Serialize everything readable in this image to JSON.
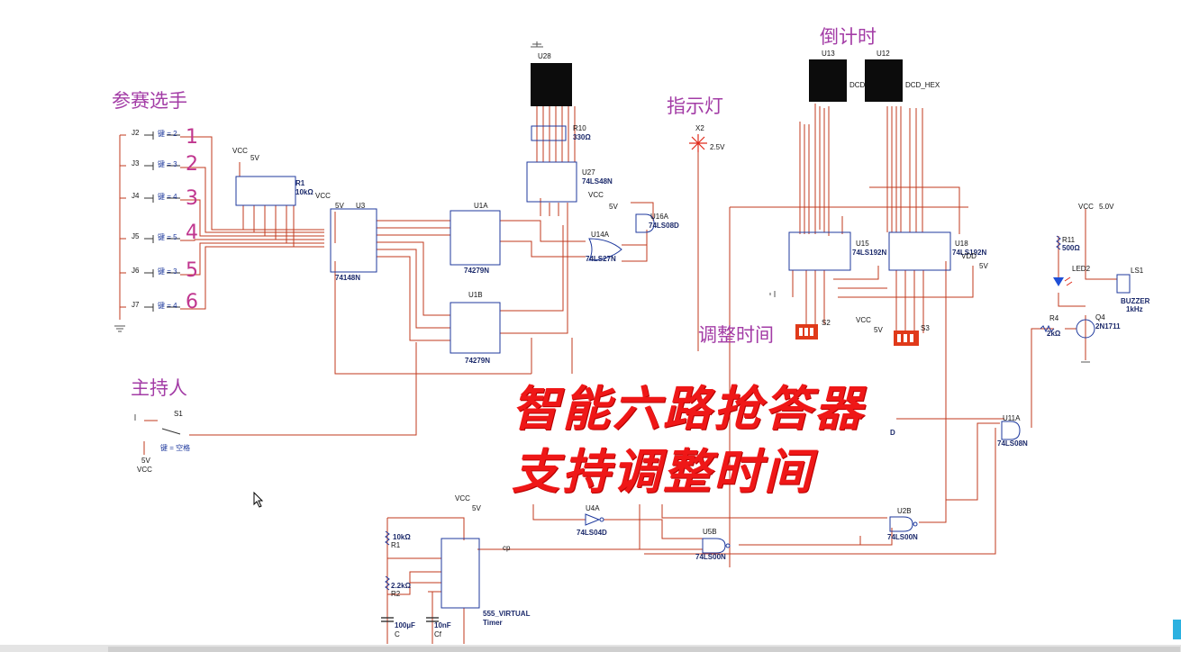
{
  "sections": {
    "contestants": "参赛选手",
    "host": "主持人",
    "indicator": "指示灯",
    "countdown": "倒计时",
    "adjust_time": "调整时间"
  },
  "title": {
    "line1": "智能六路抢答器",
    "line2": "支持调整时间"
  },
  "players": [
    {
      "switch": "J2",
      "key": "键 = 2",
      "number": "1"
    },
    {
      "switch": "J3",
      "key": "键 = 3",
      "number": "2"
    },
    {
      "switch": "J4",
      "key": "键 = 4",
      "number": "3"
    },
    {
      "switch": "J5",
      "key": "键 = 5",
      "number": "4"
    },
    {
      "switch": "J6",
      "key": "键 = 3",
      "number": "5"
    },
    {
      "switch": "J7",
      "key": "键 = 4",
      "number": "6"
    }
  ],
  "components": {
    "vcc_top": "VCC",
    "v5_top": "5V",
    "r1": "R1",
    "r1_val": "10kΩ",
    "vcc_u3": "VCC",
    "v5_u3": "5V",
    "u3": "U3",
    "u3_part": "74148N",
    "u1a": "U1A",
    "u1a_part": "74279N",
    "u1b": "U1B",
    "u1b_part": "74279N",
    "u28": "U28",
    "r10": "R10",
    "r10_val": "330Ω",
    "u27": "U27",
    "u27_part": "74LS48N",
    "vcc_u27": "VCC",
    "v5_u27": "5V",
    "u16a": "U16A",
    "u16a_part": "74LS08D",
    "u14a": "U14A",
    "u14a_part": "74LS27N",
    "x2": "X2",
    "x2_val": "2.5V",
    "u13": "U13",
    "u12": "U12",
    "dcd": "DCD",
    "dcd_hex": "DCD_HEX",
    "u15": "U15",
    "u15_part": "74LS192N",
    "u18": "U18",
    "u18_part": "74LS192N",
    "vdd": "VDD",
    "vdd_5v": "5V",
    "s2": "S2",
    "s3": "S3",
    "vcc_s": "VCC",
    "v5_s": "5V",
    "vcc_r": "VCC",
    "v5_r": "5.0V",
    "r11": "R11",
    "r11_val": "500Ω",
    "led2": "LED2",
    "ls1": "LS1",
    "buzzer": "BUZZER",
    "buzzer_freq": "1kHz",
    "r4": "R4",
    "r4_val": "2kΩ",
    "q4": "Q4",
    "q4_part": "2N1711",
    "s1": "S1",
    "s1_key": "键 = 空格",
    "v5_s1": "5V",
    "vcc_s1": "VCC",
    "u11a": "U11A",
    "u11a_part": "74LS08N",
    "d_label": "D",
    "u4a": "U4A",
    "u4a_part": "74LS04D",
    "u2b": "U2B",
    "u2b_part": "74LS00N",
    "u5b": "U5B",
    "u5b_part": "74LS00N",
    "vcc_555": "VCC",
    "v5_555": "5V",
    "cp": "cp",
    "r1b_val": "10kΩ",
    "r1b": "R1",
    "r2_val": "2.2kΩ",
    "r2": "R2",
    "c_val": "100µF",
    "c": "C",
    "cf_val": "10nF",
    "cf": "Cf",
    "timer_part": "555_VIRTUAL",
    "timer": "Timer"
  },
  "colors": {
    "wire": "#c23a1e",
    "label_purple": "#a33ca6",
    "title_red": "#ef1717",
    "component_blue": "#1f3a9e",
    "dip_red": "#e03a1a"
  }
}
